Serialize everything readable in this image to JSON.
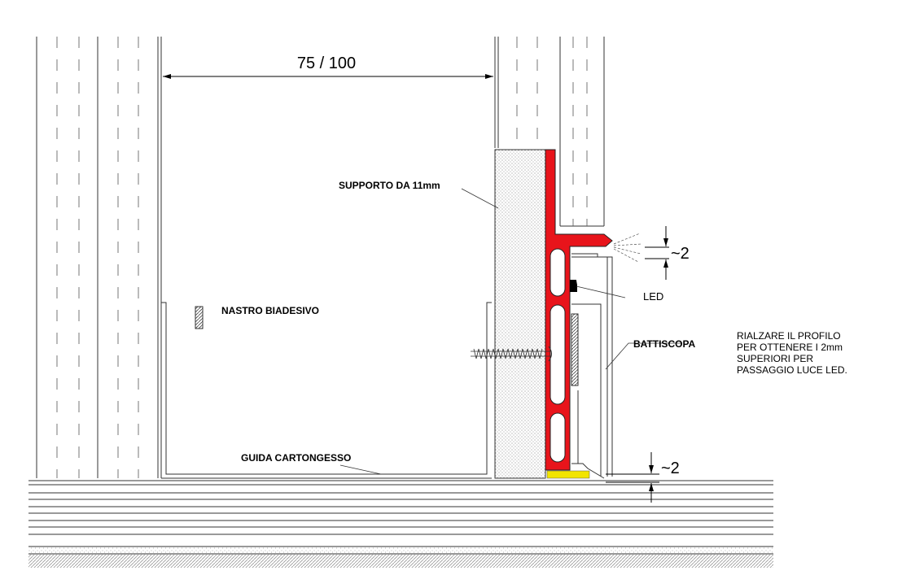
{
  "dimensions": {
    "wall_gap": "75 / 100",
    "light_gap": "~2",
    "floor_gap": "~2"
  },
  "labels": {
    "support": "SUPPORTO DA 11mm",
    "tape": "NASTRO BIADESIVO",
    "led": "LED",
    "skirting": "BATTISCOPA",
    "track": "GUIDA CARTONGESSO"
  },
  "note": {
    "lines": [
      "RIALZARE IL PROFILO",
      "PER OTTENERE I 2mm",
      "SUPERIORI PER",
      "PASSAGGIO LUCE LED."
    ]
  },
  "colors": {
    "profile": "#e8141b",
    "floor_spacer": "#f2e400",
    "line": "#333333"
  }
}
